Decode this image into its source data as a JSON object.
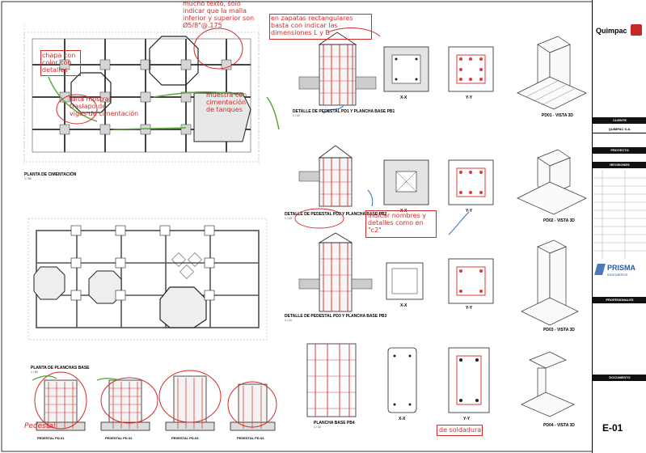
{
  "titleblock": {
    "logo_text": "Quimpac",
    "client_header": "CLIENTE",
    "client_name": "QUIMPAC S.A.",
    "project_header": "PROYECTO",
    "revisions_header": "REVISIONES",
    "firm_name": "PRISMA",
    "firm_sub": "INGENIEROS",
    "professionals_header": "PROFESIONALES",
    "drawing_header": "DOCUMENTO",
    "sheet_number": "E-01"
  },
  "drawings": {
    "foundation_plan": {
      "title": "PLANTA DE CIMENTACIÓN",
      "scale": "1 / 50"
    },
    "base_plates_plan": {
      "title": "PLANTA DE PLANCHAS BASE",
      "scale": "1 / 50"
    },
    "pd01_detail": {
      "title": "DETALLE DE PEDESTAL PD1 Y PLANCHA BASE PB1",
      "scale": "1 / 10"
    },
    "pd02_detail": {
      "title": "DETALLE DE PEDESTAL PD2 Y PLANCHA BASE PB2",
      "scale": "1 / 10"
    },
    "pd03_detail": {
      "title": "DETALLE DE PEDESTAL PD3 Y PLANCHA BASE PB3",
      "scale": "1 / 10"
    },
    "pb04": {
      "title": "PLANCHA BASE PB4",
      "scale": "1 / 10"
    },
    "sections": {
      "xx": "X-X",
      "yy": "Y-Y"
    },
    "views3d": [
      "PD01 - VISTA 3D",
      "PD02 - VISTA 3D",
      "PD03 - VISTA 3D",
      "PD04 - VISTA 3D"
    ],
    "pedestals": [
      "PEDESTAL PD-01",
      "PEDESTAL PD-02",
      "PEDESTAL PD-03",
      "PEDESTAL PD-04"
    ]
  },
  "annotations": {
    "a1": "mucho texto, solo\nindicar que la malla\ninferior y superior son\nØ5/8\"@.175",
    "a2": "en zapatas rectangulares\nbasta con indicar las\ndimensiones L y B",
    "a3": "chapa con\ncolor con\ndetalles",
    "a4": "falta mostrar\ntraslapo de\nvigas de cimentación",
    "a5": "muestra con\ncimentación\nde tanques",
    "a6": "indicar nombres y\ndetalles como en\n\"c2\"",
    "a7": "de soldadura",
    "a8": "Pedestal"
  },
  "colors": {
    "annotation_red": "#d32a2a",
    "annotation_green": "#5ca83a",
    "annotation_blue": "#2e6cc9",
    "rebar_red": "#e03a3a",
    "concrete_gray": "#cfcfcf"
  }
}
